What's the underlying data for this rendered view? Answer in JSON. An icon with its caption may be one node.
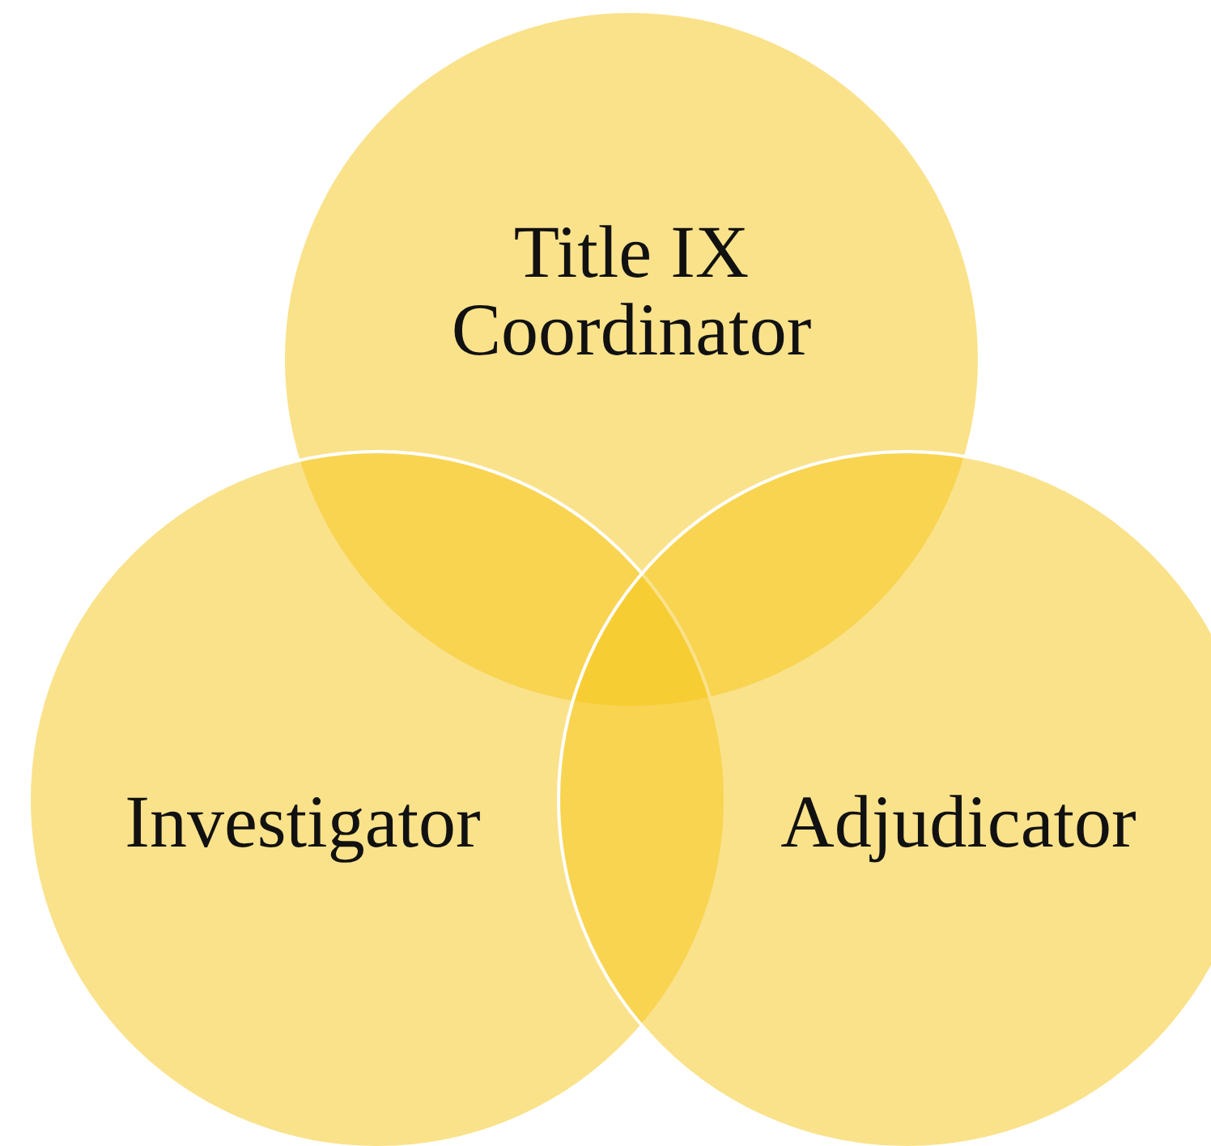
{
  "diagram": {
    "nodes": [
      {
        "text": [
          "Title IX Coordinator"
        ]
      },
      {
        "text": [
          "Investigator"
        ]
      },
      {
        "text": [
          "Adjudicator"
        ]
      }
    ]
  }
}
